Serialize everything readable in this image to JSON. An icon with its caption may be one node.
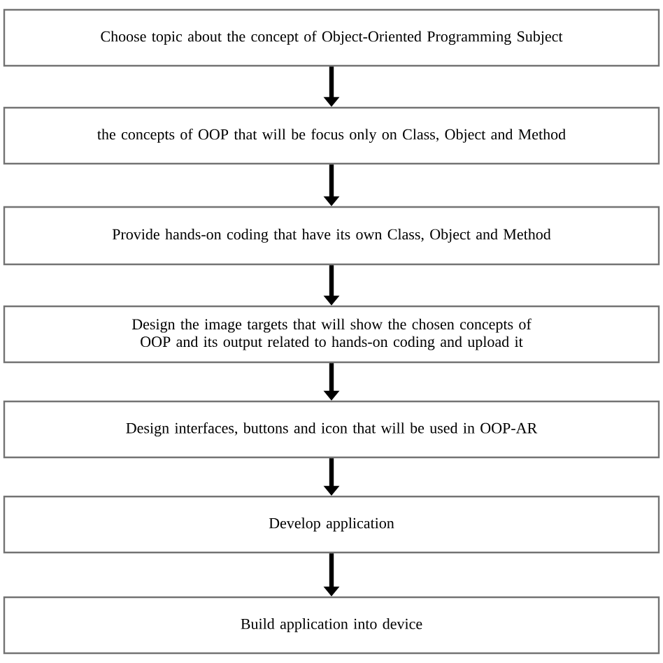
{
  "diagram": {
    "nodes": [
      {
        "text": [
          "Choose topic about the concept of Object-Oriented Programming Subject"
        ]
      },
      {
        "text": [
          "the concepts of OOP that will be focus only on Class, Object and Method"
        ]
      },
      {
        "text": [
          "Provide hands-on coding that have its own Class, Object and Method"
        ]
      },
      {
        "text": [
          "Design the image targets that will show the chosen concepts of OOP and its output related to hands-on coding and upload it"
        ]
      },
      {
        "text": [
          "Design interfaces, buttons and icon that will be used in OOP-AR"
        ]
      },
      {
        "text": [
          "Develop application"
        ]
      },
      {
        "text": [
          "Build application into device"
        ]
      }
    ],
    "edges": [
      {
        "from": 0,
        "to": 1,
        "arrow": "to"
      },
      {
        "from": 1,
        "to": 2,
        "arrow": "to"
      },
      {
        "from": 2,
        "to": 3,
        "arrow": "to"
      },
      {
        "from": 3,
        "to": 4,
        "arrow": "to"
      },
      {
        "from": 4,
        "to": 5,
        "arrow": "to"
      },
      {
        "from": 5,
        "to": 6,
        "arrow": "to"
      }
    ]
  }
}
